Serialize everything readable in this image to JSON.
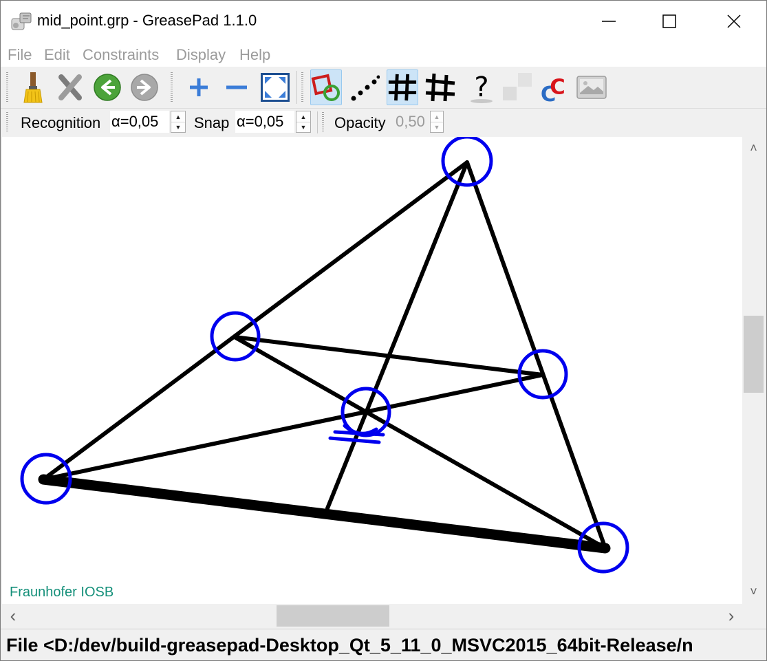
{
  "window": {
    "title": "mid_point.grp - GreasePad 1.1.0"
  },
  "menu": {
    "items": [
      "File",
      "Edit",
      "Constraints",
      "Display",
      "Help"
    ]
  },
  "toolbar": {
    "icons": [
      "broom-icon",
      "delete-icon",
      "undo-icon",
      "redo-icon",
      "zoom-in-icon",
      "zoom-out-icon",
      "fit-view-icon",
      "show-constraints-icon",
      "show-uncertainty-icon",
      "show-markers-icon",
      "show-colored-markers-icon",
      "help-icon",
      "background-icon",
      "colorize-constraints-icon",
      "image-icon"
    ],
    "active": [
      "show-constraints-icon",
      "show-markers-icon"
    ]
  },
  "settings": {
    "recognition_label": "Recognition",
    "recognition_value": "α=0,05",
    "snap_label": "Snap",
    "snap_value": "α=0,05",
    "opacity_label": "Opacity",
    "opacity_value": "0,50"
  },
  "canvas": {
    "watermark": "Fraunhofer IOSB",
    "line_color": "#000000",
    "marker_color": "#0000ee"
  },
  "scroll_arrows": {
    "up": "˄",
    "down": "˅",
    "left": "‹",
    "right": "›"
  },
  "status": {
    "text": "File <D:/dev/build-greasepad-Desktop_Qt_5_11_0_MSVC2015_64bit-Release/n"
  }
}
